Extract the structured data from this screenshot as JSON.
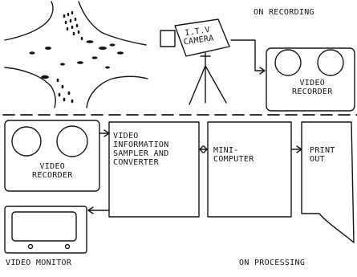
{
  "recording": {
    "section_label": "ON RECORDING",
    "camera_label": "I.T.V\nCAMERA",
    "recorder_label": "VIDEO\nRECORDER"
  },
  "processing": {
    "section_label": "ON PROCESSING",
    "recorder_label": "VIDEO\nRECORDER",
    "sampler_label": "VIDEO\nINFORMATION\nSAMPLER AND\nCONVERTER",
    "computer_label": "MINI-\nCOMPUTER",
    "printout_label": "PRINT\nOUT",
    "monitor_label": "VIDEO MONITOR"
  },
  "colors": {
    "ink": "#151515",
    "paper": "#ffffff"
  }
}
